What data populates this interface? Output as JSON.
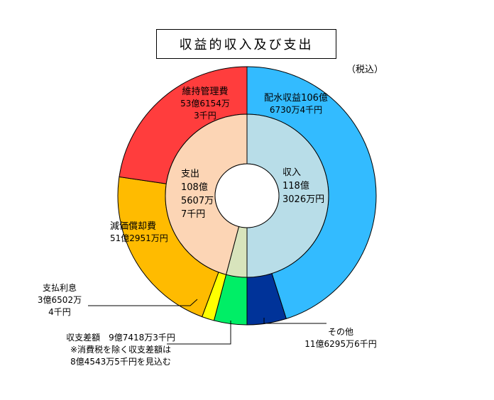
{
  "title": "収益的収入及び支出",
  "tax_note": "（税込）",
  "colors": {
    "haisui": "#33bbff",
    "sonota": "#003399",
    "shushi": "#00ee66",
    "shiharai": "#ffff00",
    "genka": "#ffbb00",
    "iji": "#ff3d3d",
    "shunyu_inner": "#b8dde8",
    "shishutsu_inner": "#fcd5b5",
    "shushi_inner": "#d8e4bc"
  },
  "labels": {
    "haisui": [
      "配水収益106億",
      "6730万4千円"
    ],
    "sonota": [
      "その他",
      "11億6295万6千円"
    ],
    "shushi": [
      "収支差額　9億7418万3千円",
      "※消費税を除く収支差額は",
      "8億4543万5千円を見込む"
    ],
    "shiharai": [
      "支払利息",
      "3億6502万",
      "4千円"
    ],
    "genka": [
      "減価償却費",
      "51億2951万円"
    ],
    "iji": [
      "維持管理費",
      "53億6154万",
      "3千円"
    ],
    "shunyu": [
      "収入",
      "118億",
      "3026万円"
    ],
    "shishutsu": [
      "支出",
      "108億",
      "5607万",
      "7千円"
    ]
  },
  "chart_data": {
    "type": "pie",
    "subtype": "double-donut",
    "title": "収益的収入及び支出",
    "note": "（税込）",
    "unit": "円",
    "outer_ring": [
      {
        "name": "配水収益",
        "value": 10667304000,
        "color": "#33bbff"
      },
      {
        "name": "その他",
        "value": 1162956000,
        "color": "#003399"
      },
      {
        "name": "収支差額",
        "value": 974183000,
        "color": "#00ee66"
      },
      {
        "name": "支払利息",
        "value": 365024000,
        "color": "#ffff00"
      },
      {
        "name": "減価償却費",
        "value": 5129510000,
        "color": "#ffbb00"
      },
      {
        "name": "維持管理費",
        "value": 5361543000,
        "color": "#ff3d3d"
      }
    ],
    "inner_ring": [
      {
        "name": "収入",
        "value": 11830260000,
        "color": "#b8dde8"
      },
      {
        "name": "収支差額",
        "value": 974183000,
        "color": "#d8e4bc"
      },
      {
        "name": "支出",
        "value": 10856077000,
        "color": "#fcd5b5"
      }
    ]
  }
}
